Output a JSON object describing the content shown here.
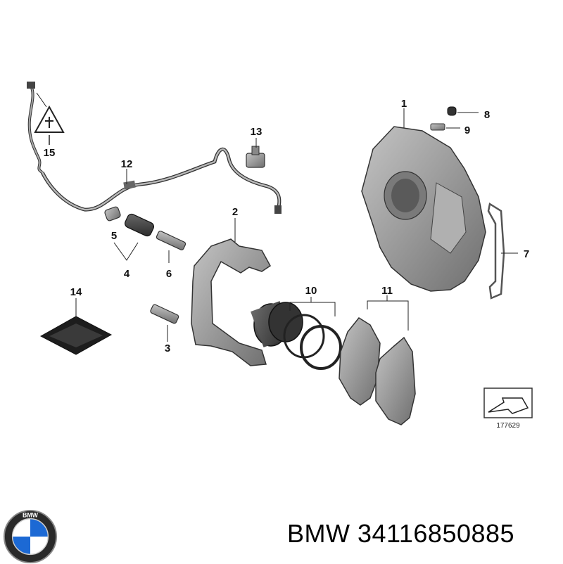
{
  "diagram": {
    "callouts": {
      "c1": "1",
      "c2": "2",
      "c3": "3",
      "c4": "4",
      "c5": "5",
      "c6": "6",
      "c7": "7",
      "c8": "8",
      "c9": "9",
      "c10": "10",
      "c11": "11",
      "c12": "12",
      "c13": "13",
      "c14": "14",
      "c15": "15"
    },
    "reference_number": "177629"
  },
  "footer": {
    "brand": "BMW",
    "part_number": "34116850885",
    "logo_text": "BMW"
  },
  "colors": {
    "part_gray": "#9a9a9a",
    "part_dark": "#5e5e5e",
    "outline": "#333333",
    "logo_blue": "#1c69d4"
  }
}
